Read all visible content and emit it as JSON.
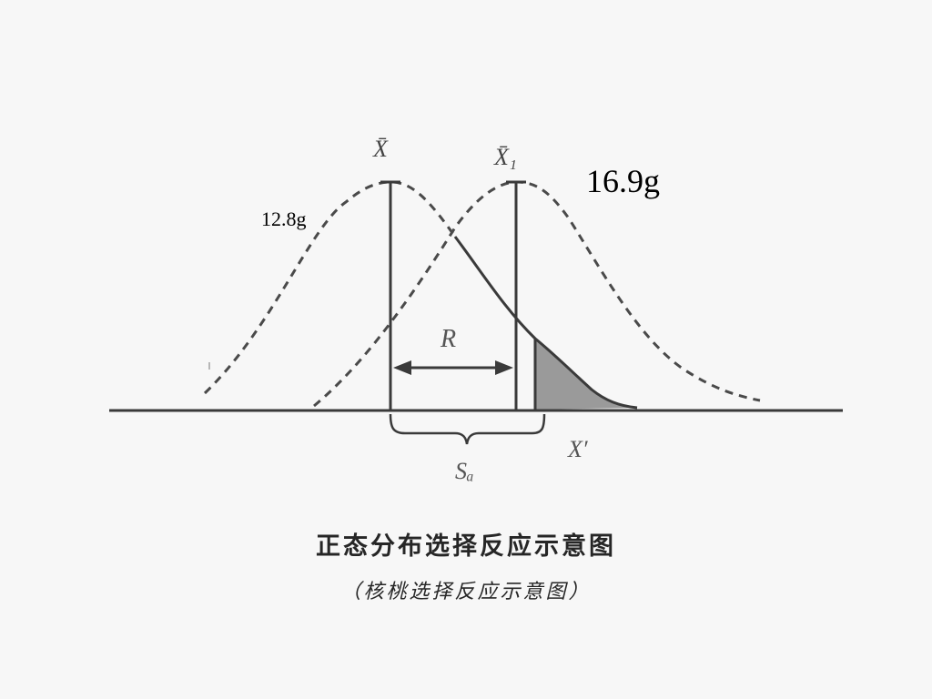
{
  "labels": {
    "mean_original": "X̄",
    "mean_selected": "X̄₁",
    "response": "R",
    "selection_differential": "Sₐ",
    "truncation_point": "X′",
    "value_original": "12.8g",
    "value_selected": "16.9g"
  },
  "caption": {
    "title": "正态分布选择反应示意图",
    "subtitle": "（核桃选择反应示意图）"
  },
  "colors": {
    "ink": "#3a3a3a",
    "shade": "#9a9a9a",
    "background": "#f7f7f7"
  }
}
